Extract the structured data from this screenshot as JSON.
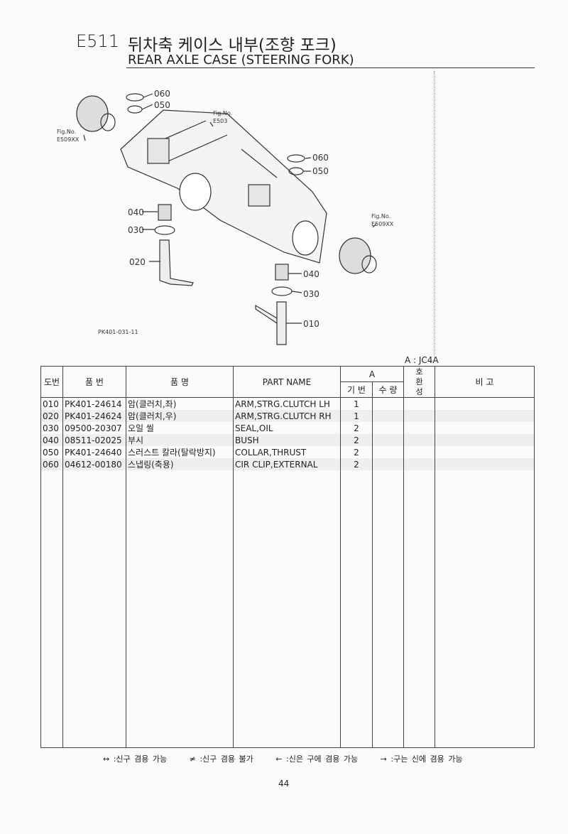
{
  "header": {
    "code": "E511",
    "title_ko": "뒤차축 케이스 내부(조향 포크)",
    "title_en": "REAR AXLE CASE (STEERING FORK)"
  },
  "diagram": {
    "callouts": [
      "060",
      "050",
      "060",
      "050",
      "040",
      "030",
      "020",
      "040",
      "030",
      "010"
    ],
    "fig_refs": [
      {
        "label": "Fig.No.",
        "ref": "E503"
      },
      {
        "label": "Fig.No.",
        "ref": "E509XX"
      },
      {
        "label": "Fig.No.",
        "ref": "E509XX"
      }
    ],
    "drawing_id": "PK401-031-11"
  },
  "model_note": "A : JC4A",
  "table": {
    "headers": {
      "no": "도번",
      "part_no": "품  번",
      "name_ko": "품        명",
      "part_name": "PART NAME",
      "group": "A",
      "base": "기 번",
      "qty": "수 량",
      "compat": "호\n환\n성",
      "remarks": "비        고"
    },
    "rows": [
      {
        "no": "010",
        "part_no": "PK401-24614",
        "name_ko": "암(클러치,좌)",
        "part_name": "ARM,STRG.CLUTCH LH",
        "base": "1"
      },
      {
        "no": "020",
        "part_no": "PK401-24624",
        "name_ko": "암(클러치,우)",
        "part_name": "ARM,STRG.CLUTCH RH",
        "base": "1"
      },
      {
        "no": "030",
        "part_no": "09500-20307",
        "name_ko": "오일 씰",
        "part_name": "SEAL,OIL",
        "base": "2"
      },
      {
        "no": "040",
        "part_no": "08511-02025",
        "name_ko": "부시",
        "part_name": "BUSH",
        "base": "2"
      },
      {
        "no": "050",
        "part_no": "PK401-24640",
        "name_ko": "스러스트 칼라(탈락방지)",
        "part_name": "COLLAR,THRUST",
        "base": "2"
      },
      {
        "no": "060",
        "part_no": "04612-00180",
        "name_ko": "스냅링(축용)",
        "part_name": "CIR CLIP,EXTERNAL",
        "base": "2"
      }
    ]
  },
  "legend": [
    "↔ :신구 겸용 가능",
    "≠ :신구 겸용 불가",
    "← :신은 구에 겸용 가능",
    "→ :구는 신에 겸용 가능"
  ],
  "page_number": "44"
}
